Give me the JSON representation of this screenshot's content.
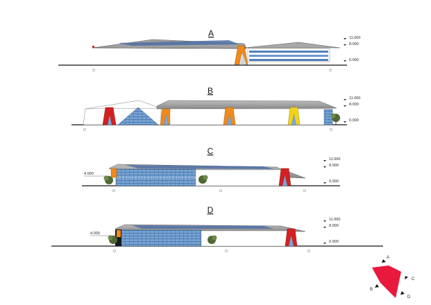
{
  "elevations": [
    {
      "id": "A",
      "levels": [
        "11.000",
        "8.000",
        "0.000"
      ]
    },
    {
      "id": "B",
      "levels": [
        "11.000",
        "8.000",
        "0.000"
      ]
    },
    {
      "id": "C",
      "levels": [
        "11.000",
        "8.000",
        "0.000"
      ],
      "side_level": "4.000"
    },
    {
      "id": "D",
      "levels": [
        "11.000",
        "8.000",
        "0.000"
      ],
      "side_level": "4.000"
    }
  ],
  "key_plan": {
    "labels": [
      "A",
      "B",
      "C",
      "D"
    ],
    "color": "#e8193c"
  },
  "colors": {
    "roof": "#9a9a9a",
    "roof_dark": "#6f6f6f",
    "glass": "#5f93c9",
    "glass_light": "#a8c8e8",
    "orange": "#f08a1c",
    "red": "#d42020",
    "yellow": "#f2d21a",
    "tree": "#4e6a36"
  }
}
